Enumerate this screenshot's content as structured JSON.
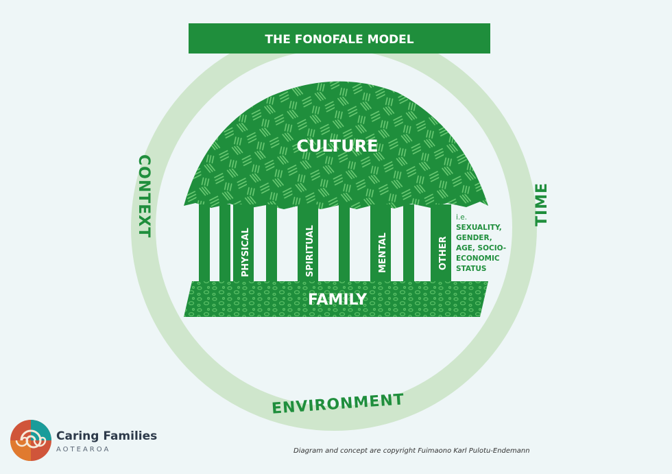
{
  "title": "THE FONOFALE MODEL",
  "roof_label": "CULTURE",
  "floor_label": "FAMILY",
  "posts": [
    "PHYSICAL",
    "SPIRITUAL",
    "MENTAL",
    "OTHER"
  ],
  "other_note": [
    "i.e.",
    "SEXUALITY,",
    "GENDER,",
    "AGE, SOCIO-",
    "ECONOMIC",
    "STATUS"
  ],
  "ring_labels": {
    "left": "CONTEXT",
    "right": "TIME",
    "bottom": "ENVIRONMENT"
  },
  "brand": {
    "name": "Caring Families",
    "sub": "AOTEAROA"
  },
  "copyright": "Diagram and concept are copyright Fuimaono Karl Pulotu-Endemann",
  "colors": {
    "background": "#eef6f7",
    "ring": "#cfe6cc",
    "green": "#1f8e3c",
    "green_dark": "#157530",
    "pattern": "#6ccf73"
  }
}
